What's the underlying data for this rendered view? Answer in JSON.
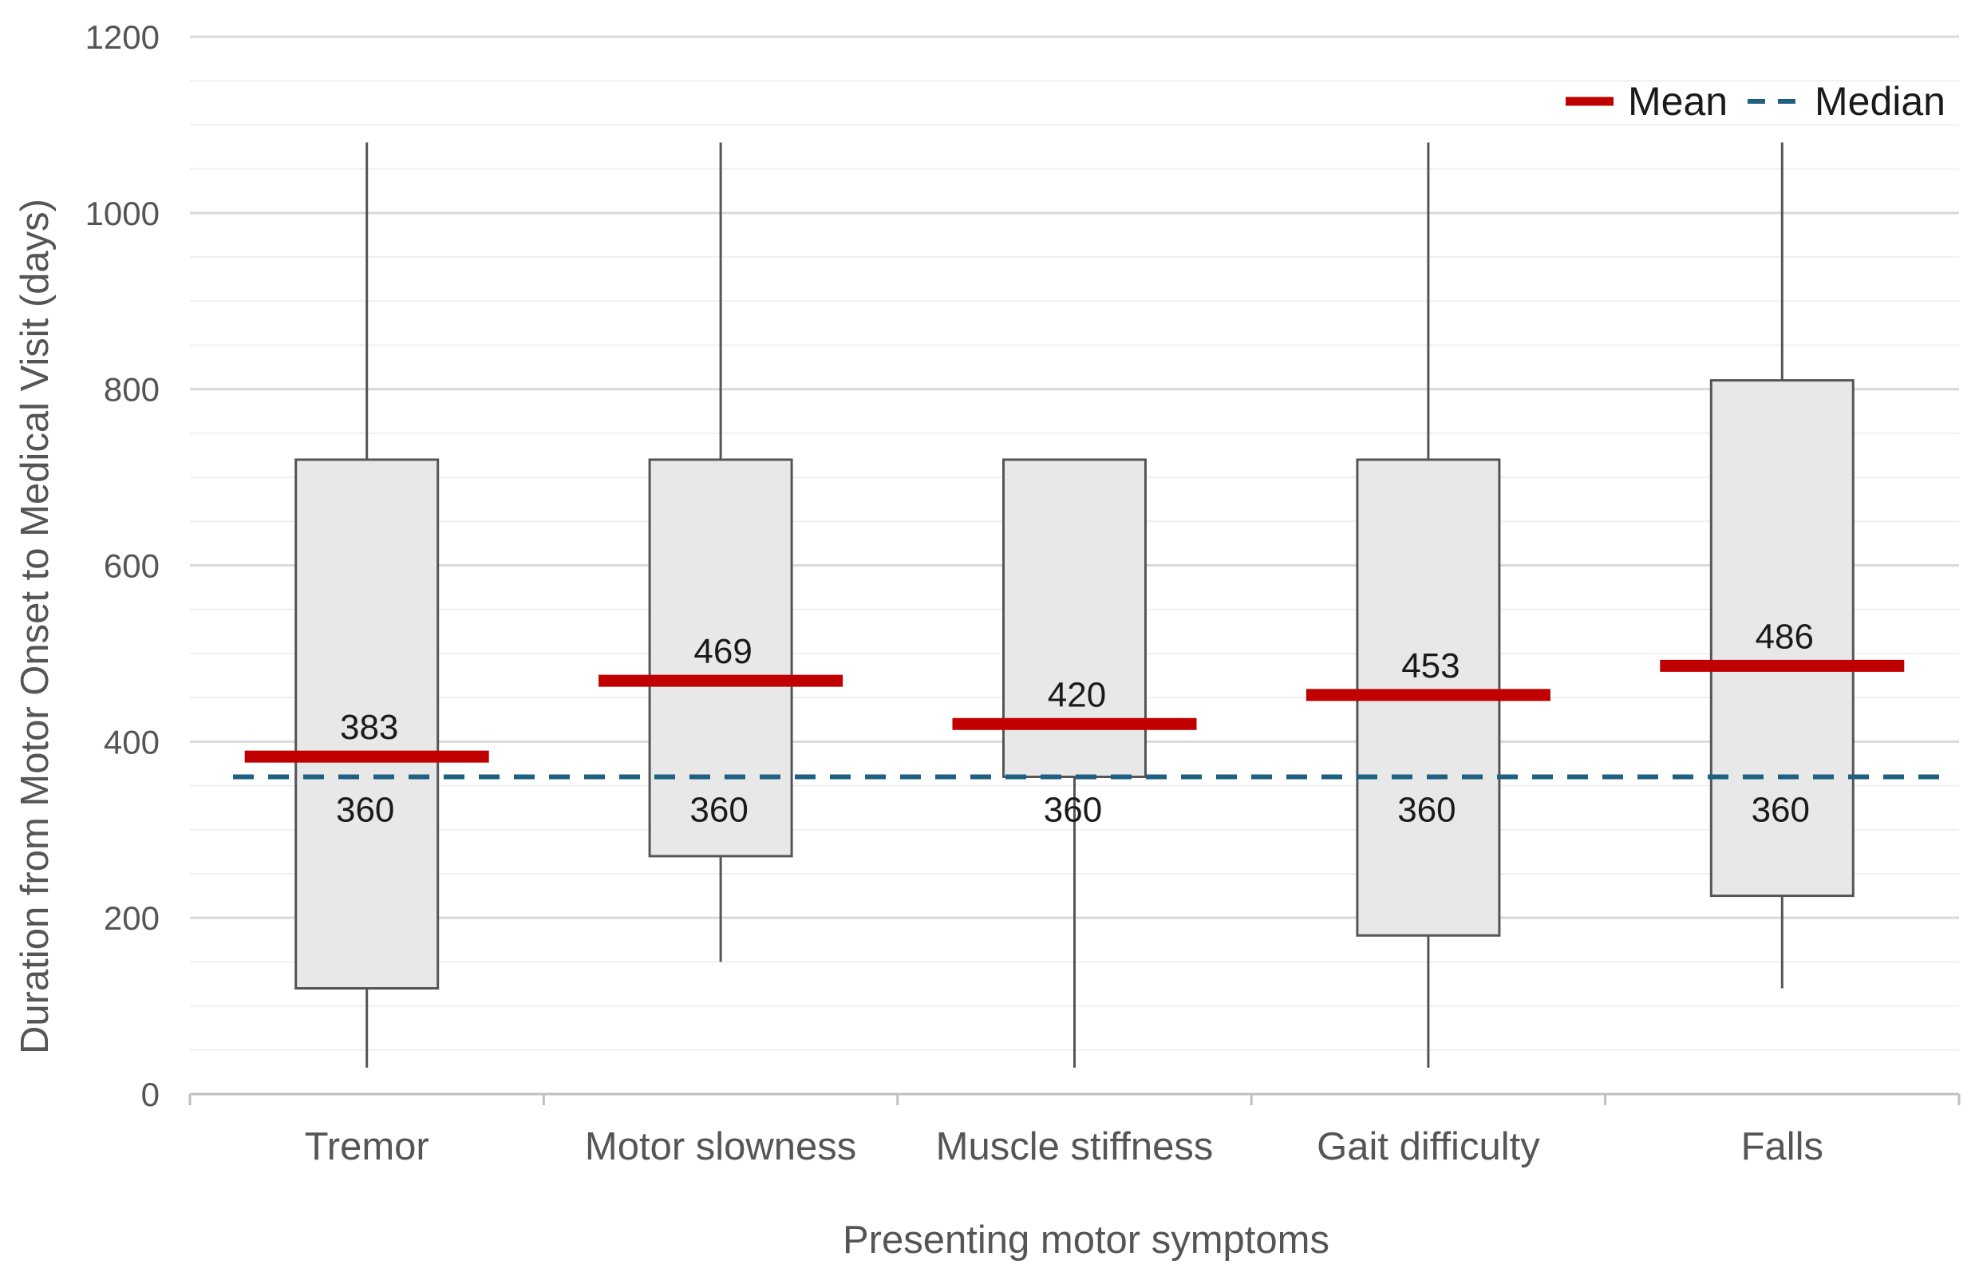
{
  "chart_data": {
    "type": "box",
    "title": "",
    "xlabel": "Presenting motor symptoms",
    "ylabel": "Duration from Motor Onset to Medical Visit (days)",
    "ylim": [
      0,
      1200
    ],
    "y_ticks": [
      0,
      200,
      400,
      600,
      800,
      1000,
      1200
    ],
    "y_tick_labels": [
      "0",
      "200",
      "400",
      "600",
      "800",
      "1000",
      "1200"
    ],
    "grid": true,
    "legend_position": "top-right",
    "legend": [
      {
        "label": "Mean",
        "style": "solid",
        "color": "#c00000"
      },
      {
        "label": "Median",
        "style": "dashed",
        "color": "#1f5f80"
      }
    ],
    "categories": [
      "Tremor",
      "Motor slowness",
      "Muscle stiffness",
      "Gait difficulty",
      "Falls"
    ],
    "boxes": [
      {
        "category": "Tremor",
        "whisker_low": 30,
        "q1": 120,
        "median": 360,
        "q3": 720,
        "whisker_high": 1080,
        "mean": 383
      },
      {
        "category": "Motor slowness",
        "whisker_low": 150,
        "q1": 270,
        "median": 360,
        "q3": 720,
        "whisker_high": 1080,
        "mean": 469
      },
      {
        "category": "Muscle stiffness",
        "whisker_low": 30,
        "q1": 360,
        "median": 360,
        "q3": 720,
        "whisker_high": 720,
        "mean": 420
      },
      {
        "category": "Gait difficulty",
        "whisker_low": 30,
        "q1": 180,
        "median": 360,
        "q3": 720,
        "whisker_high": 1080,
        "mean": 453
      },
      {
        "category": "Falls",
        "whisker_low": 120,
        "q1": 225,
        "median": 360,
        "q3": 810,
        "whisker_high": 1080,
        "mean": 486
      }
    ],
    "mean_labels": [
      "383",
      "469",
      "420",
      "453",
      "486"
    ],
    "median_labels": [
      "360",
      "360",
      "360",
      "360",
      "360"
    ],
    "median_line_value": 360,
    "colors": {
      "box_fill": "#e8e8e8",
      "box_stroke": "#555555",
      "mean": "#c00000",
      "median": "#1f5f80",
      "grid": "#d9d9d9",
      "minor_grid": "#f0f0f0"
    }
  }
}
